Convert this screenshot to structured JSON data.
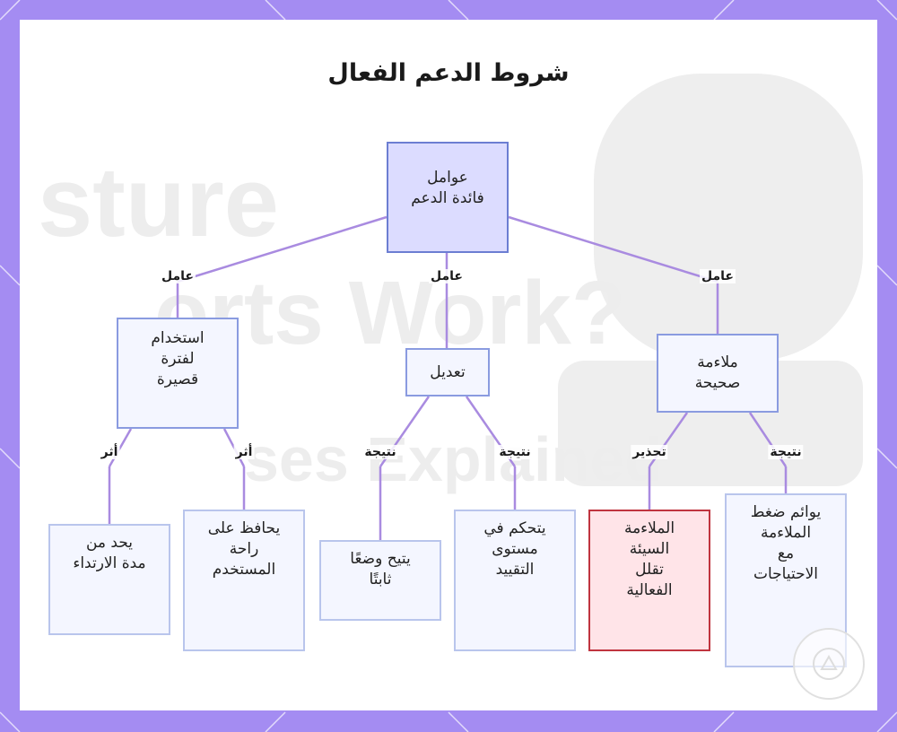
{
  "title": "شروط الدعم الفعال",
  "colors": {
    "frame": "#a48cf2",
    "edge": "#a98be0",
    "main_fill": "#dcdcff",
    "node_fill": "#f4f6ff",
    "warn_fill": "#ffe4e8",
    "warn_border": "#c0343f"
  },
  "background_text": {
    "line1": "sture",
    "line2": "orts Work?",
    "line3": "ses Explained"
  },
  "nodes": {
    "root": "عوامل\nفائدة الدعم",
    "proper_fit": "ملاءمة\nصحيحة",
    "adjustment": "تعديل",
    "short_term": "استخدام\nلفترة\nقصيرة",
    "matches_pressure": "يوائم ضغط\nالملاءمة\nمع\nالاحتياجات",
    "poor_fit": "الملاءمة\nالسيئة\nتقلل\nالفعالية",
    "controls_restriction": "يتحكم في\nمستوى\nالتقييد",
    "stable_position": "يتيح وضعًا\nثابتًا",
    "user_comfort": "يحافظ على\nراحة\nالمستخدم",
    "limits_duration": "يحد من\nمدة الارتداء"
  },
  "edge_labels": {
    "factor_right": "عامل",
    "factor_center": "عامل",
    "factor_left": "عامل",
    "result_fit": "نتيجة",
    "warning_fit": "تحذير",
    "result_adjust_right": "نتيجة",
    "result_adjust_left": "نتيجة",
    "effect_right": "أثر",
    "effect_left": "أثر"
  }
}
